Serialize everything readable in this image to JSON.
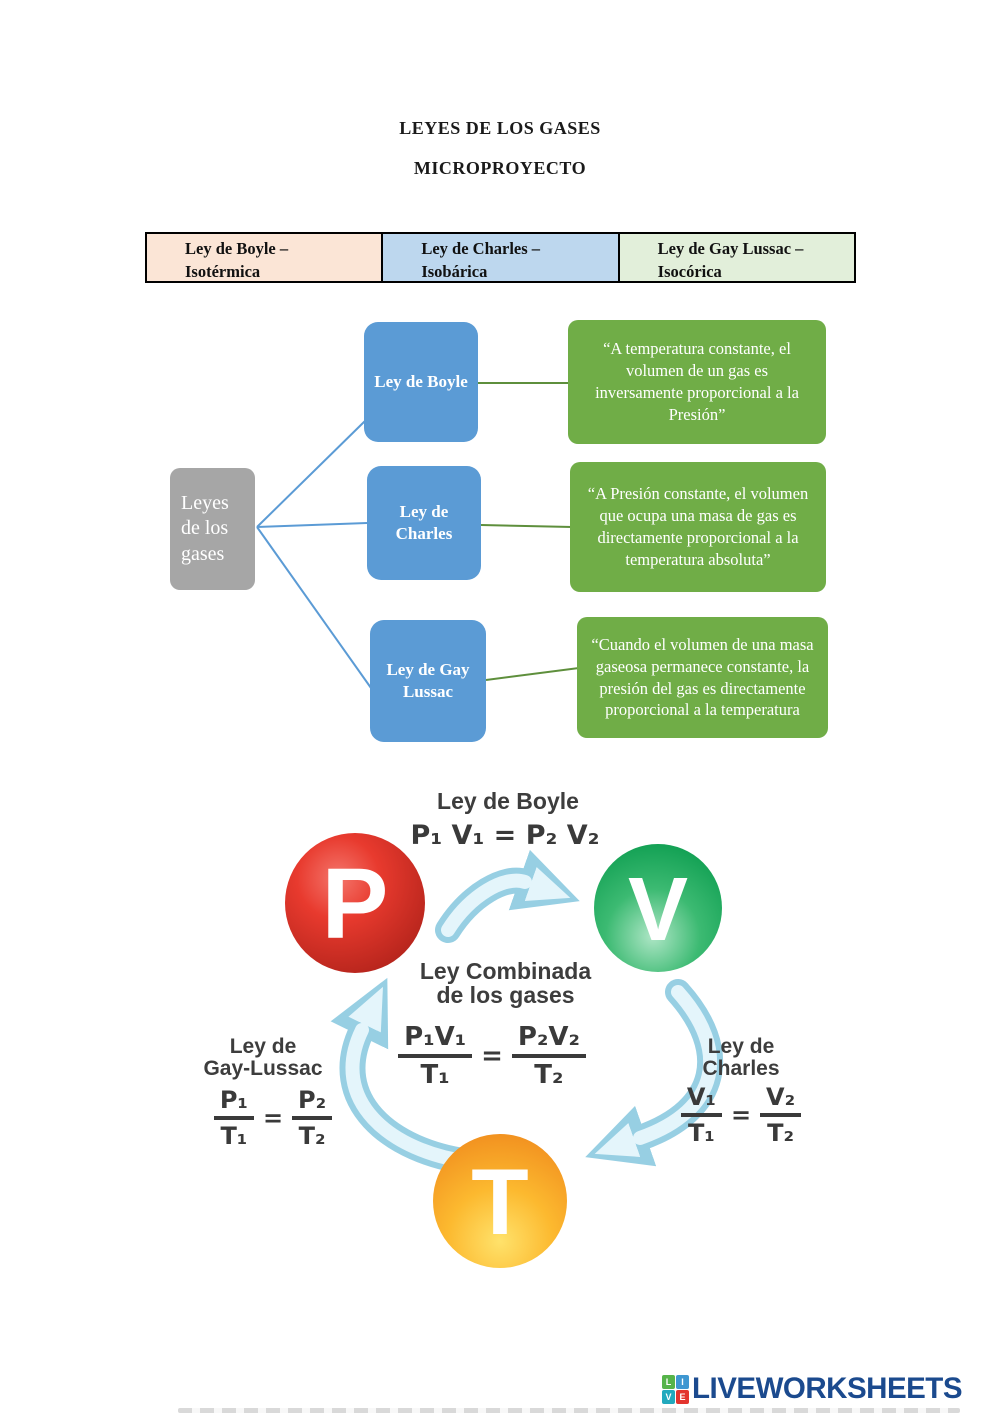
{
  "header": {
    "title": "LEYES DE LOS GASES",
    "subtitle": "MICROPROYECTO"
  },
  "legend_table": {
    "cells": [
      {
        "line1": "Ley de Boyle –",
        "line2": "Isotérmica"
      },
      {
        "line1": "Ley de Charles –",
        "line2": "Isobárica"
      },
      {
        "line1": "Ley de Gay Lussac –",
        "line2": "Isocórica"
      }
    ]
  },
  "mindmap": {
    "root": "Leyes de los gases",
    "branches": [
      {
        "label": "Ley de Boyle",
        "quote": "“A temperatura constante, el volumen de un gas es inversamente proporcional a la Presión”"
      },
      {
        "label": "Ley de Charles",
        "quote": "“A Presión constante, el volumen que ocupa una masa de gas es directamente proporcional a la temperatura absoluta”"
      },
      {
        "label": "Ley de Gay Lussac",
        "quote": "“Cuando el volumen de una masa gaseosa permanece constante, la presión del gas es directamente proporcional a la temperatura"
      }
    ]
  },
  "cycle": {
    "nodes": {
      "pressure": "P",
      "volume": "V",
      "temperature": "T"
    },
    "boyle": {
      "title": "Ley de Boyle",
      "formula": "P₁ V₁ = P₂ V₂"
    },
    "combined": {
      "line1": "Ley Combinada",
      "line2": "de los gases",
      "num1": "P₁V₁",
      "den1": "T₁",
      "eq": "=",
      "num2": "P₂V₂",
      "den2": "T₂"
    },
    "gay_lussac": {
      "line1": "Ley de",
      "line2": "Gay-Lussac",
      "num1": "P₁",
      "den1": "T₁",
      "eq": "=",
      "num2": "P₂",
      "den2": "T₂"
    },
    "charles": {
      "line1": "Ley de",
      "line2": "Charles",
      "num1": "V₁",
      "den1": "T₁",
      "eq": "=",
      "num2": "V₂",
      "den2": "T₂"
    }
  },
  "footer": {
    "brand": "LIVEWORKSHEETS",
    "logo_letters": [
      "L",
      "I",
      "V",
      "E"
    ]
  },
  "palette": {
    "table_peach": "#fbe5d6",
    "table_blue": "#bdd7ee",
    "table_green": "#e2efda",
    "box_blue": "#5b9bd5",
    "box_green": "#70ad47",
    "box_gray": "#a6a6a6",
    "circle_red": "#e83a2e",
    "circle_green": "#18a85c",
    "circle_orange": "#f9a82c",
    "arrow_blue": "#97cfe3",
    "brand_navy": "#1b4a8e"
  }
}
